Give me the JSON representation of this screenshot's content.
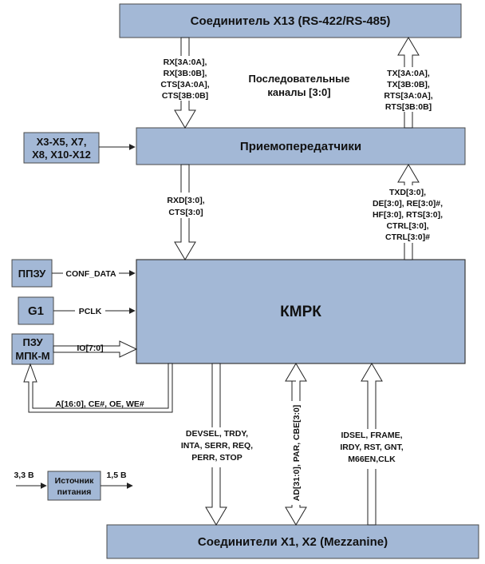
{
  "blocks": {
    "x13": "Соединитель X13 (RS-422/RS-485)",
    "transceivers": "Приемопередатчики",
    "kmpk": "КМРК",
    "mezz": "Соединители X1, X2 (Mezzanine)",
    "xconn": [
      "X3-X5, X7,",
      "X8, X10-X12"
    ],
    "ppzu": "ППЗУ",
    "g1": "G1",
    "pzu": [
      "ПЗУ",
      "МПК-М"
    ],
    "psu": [
      "Источник",
      "питания"
    ]
  },
  "labels": {
    "serial": [
      "Последовательные",
      "каналы [3:0]"
    ],
    "rx_in": [
      "RX[3A:0A],",
      "RX[3B:0B],",
      "CTS[3A:0A],",
      "CTS[3B:0B]"
    ],
    "tx_out": [
      "TX[3A:0A],",
      "TX[3B:0B],",
      "RTS[3A:0A],",
      "RTS[3B:0B]"
    ],
    "rxd": [
      "RXD[3:0],",
      "CTS[3:0]"
    ],
    "txd": [
      "TXD[3:0],",
      "DE[3:0], RE[3:0]#,",
      "HF[3:0], RTS[3:0],",
      "CTRL[3:0],",
      "CTRL[3:0]#"
    ],
    "conf": "CONF_DATA",
    "pclk": "PCLK",
    "io": "IO[7:0]",
    "addr": "A[16:0], CE#, OE, WE#",
    "devsel": [
      "DEVSEL, TRDY,",
      "INTA, SERR, REQ,",
      "PERR, STOP"
    ],
    "ad": "AD[31:0], PAR, CBE[3:0]",
    "idsel": [
      "IDSEL, FRAME,",
      "IRDY, RST, GNT,",
      "M66EN,CLK"
    ],
    "v_in": "3,3 В",
    "v_out": "1,5 В"
  }
}
